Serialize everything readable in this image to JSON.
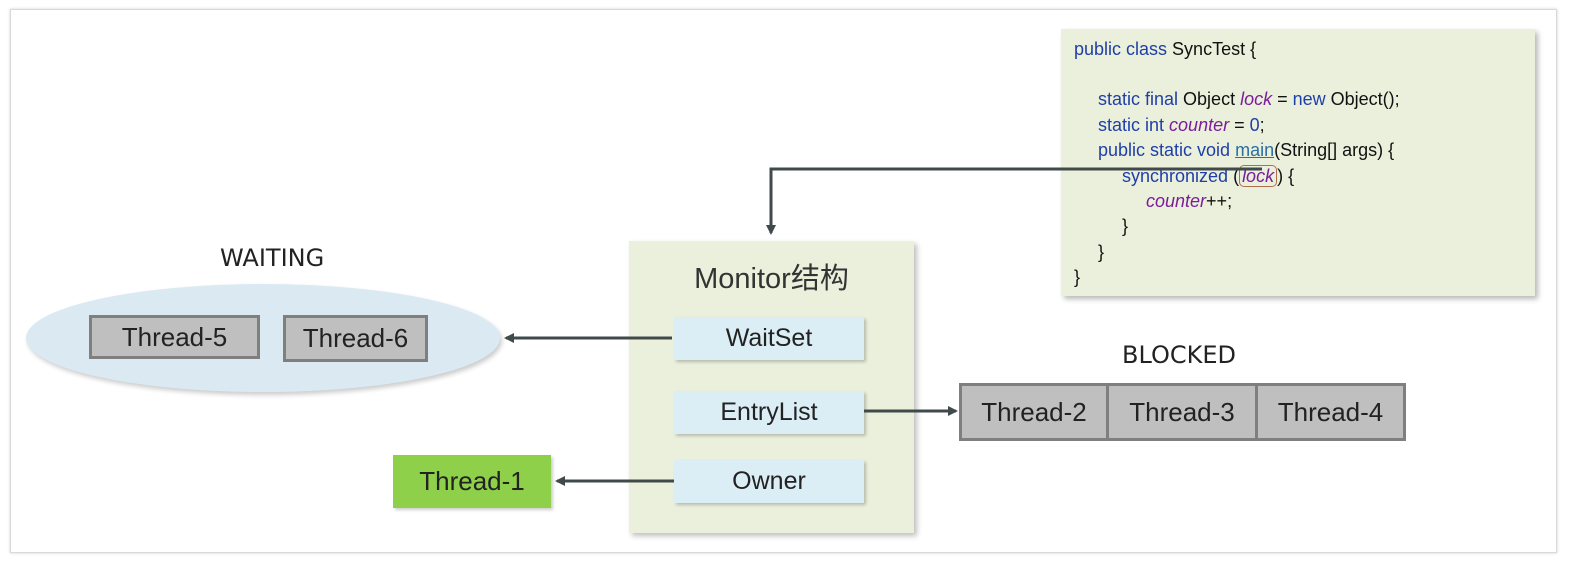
{
  "code": {
    "line1": {
      "kw": "public class",
      "rest": " SyncTest {"
    },
    "line2": {
      "kw": "static final",
      "type": " Object ",
      "var": "lock",
      "eq": " = ",
      "kw2": "new",
      "rest": " Object();"
    },
    "line3": {
      "kw": "static int",
      "sp": " ",
      "var": "counter",
      "eq": " = ",
      "num": "0",
      "rest": ";"
    },
    "line4": {
      "kw": "public static void",
      "sp": " ",
      "fn": "main",
      "rest": "(String[] args) {"
    },
    "line5": {
      "kw": "synchronized",
      "open": " (",
      "var": "lock",
      "rest": ") {"
    },
    "line6": {
      "var": "counter",
      "rest": "++;"
    },
    "line7": "}",
    "line8": "}",
    "line9": "}"
  },
  "monitor": {
    "title": "Monitor结构",
    "waitset": "WaitSet",
    "entrylist": "EntryList",
    "owner": "Owner"
  },
  "waiting": {
    "label": "WAITING",
    "threads": [
      "Thread-5",
      "Thread-6"
    ]
  },
  "blocked": {
    "label": "BLOCKED",
    "threads": [
      "Thread-2",
      "Thread-3",
      "Thread-4"
    ]
  },
  "owner_thread": "Thread-1",
  "colors": {
    "code_bg": "#ebf0dc",
    "monitor_bg": "#ebf0dc",
    "slot_bg": "#dbedf5",
    "thread_gray": "#bfbfbf",
    "owner_green": "#8fd04a",
    "arrow": "#404a4a"
  }
}
